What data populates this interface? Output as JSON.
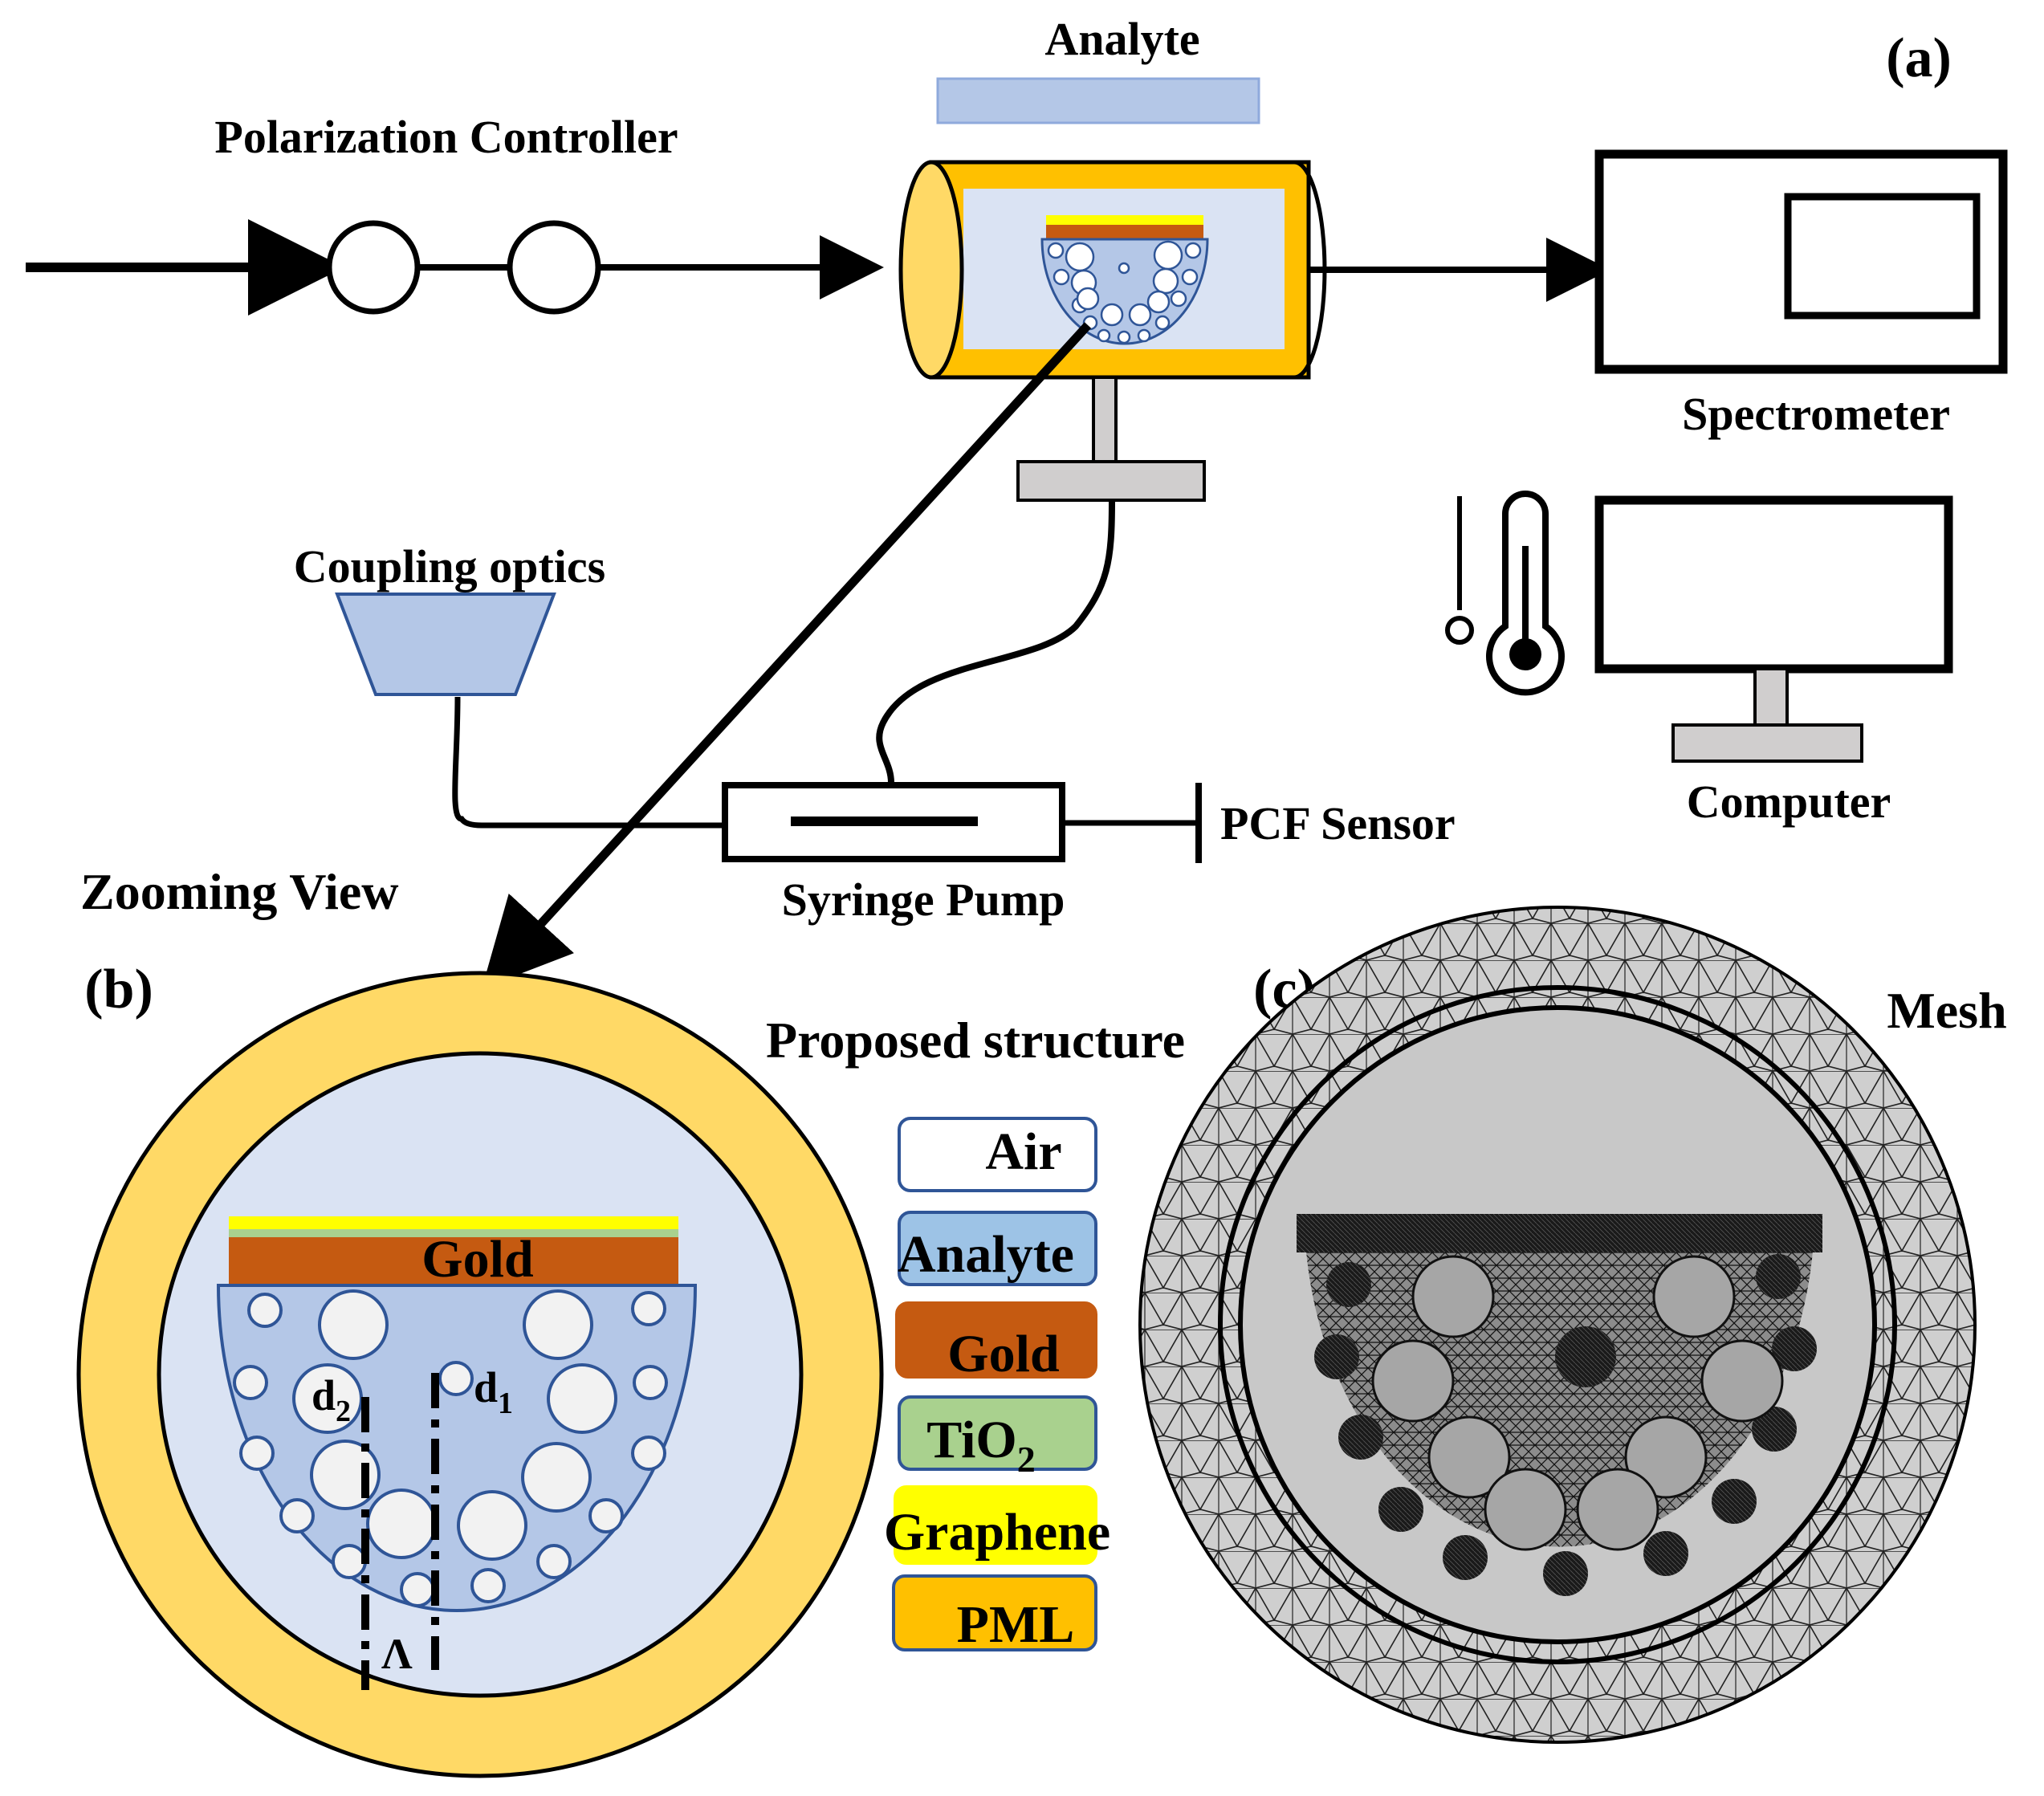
{
  "labels": {
    "analyte_top": "Analyte",
    "panel_a": "(a)",
    "polarization_controller": "Polarization Controller",
    "spectrometer": "Spectrometer",
    "coupling_optics": "Coupling optics",
    "computer": "Computer",
    "pcf_sensor": "PCF Sensor",
    "syringe_pump": "Syringe Pump",
    "zooming_view": "Zooming View",
    "panel_b": "(b)",
    "proposed_structure": "Proposed structure",
    "panel_c": "(c)",
    "mesh": "Mesh",
    "gold_layer": "Gold",
    "d2": "d",
    "d2_sub": "2",
    "d1": "d",
    "d1_sub": "1",
    "lambda": "Λ"
  },
  "legend": [
    {
      "label": "Air",
      "sub": "",
      "color": "#ffffff"
    },
    {
      "label": "Analyte",
      "sub": "",
      "color": "#9dc3e6"
    },
    {
      "label": "Gold",
      "sub": "",
      "color": "#c55a11"
    },
    {
      "label": "TiO",
      "sub": "2",
      "color": "#a9d18e"
    },
    {
      "label": "Graphene",
      "sub": "",
      "color": "#ffff00"
    },
    {
      "label": "PML",
      "sub": "",
      "color": "#ffc000"
    }
  ],
  "colors": {
    "pml": "#ffd966",
    "pml_dark": "#ffc000",
    "cladding": "#dae3f3",
    "core": "#b4c7e7",
    "gold": "#c55a11",
    "graphene": "#ffff00",
    "tio2": "#a9d18e",
    "stand": "#d0cece",
    "outline": "#2f5597"
  }
}
